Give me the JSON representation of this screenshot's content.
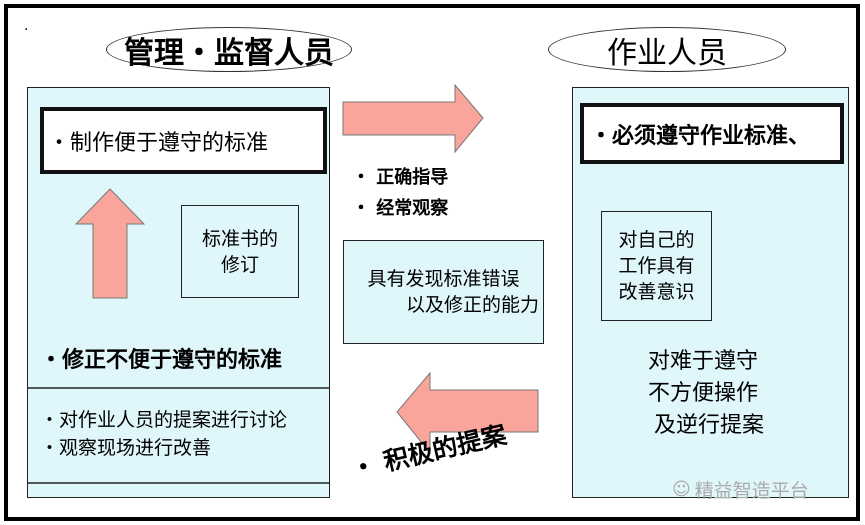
{
  "left": {
    "title": "管理・监督人员",
    "top_box": "・制作便于遵守的标准",
    "small_box": [
      "标准书的",
      "修订"
    ],
    "bold_item": "・修正不便于遵守的标准",
    "list": [
      "・对作业人员的提案进行讨论",
      "・观察现场进行改善"
    ]
  },
  "middle": {
    "bullets": [
      "・ 正确指导",
      "・ 经常观察"
    ],
    "box": [
      "具有发现标准错误",
      "以及修正的能力"
    ],
    "rotated": "・ 积极的提案"
  },
  "right": {
    "title": "作业人员",
    "top_box": "・必须遵守作业标准、",
    "small_box": [
      "对自己的",
      "工作具有",
      "改善意识"
    ],
    "text": [
      "对难于遵守",
      "不方便操作",
      "及逆行提案"
    ]
  },
  "watermark": "精益智造平台",
  "colors": {
    "arrow": "#f9a59b",
    "panel": "#dff7fb"
  }
}
